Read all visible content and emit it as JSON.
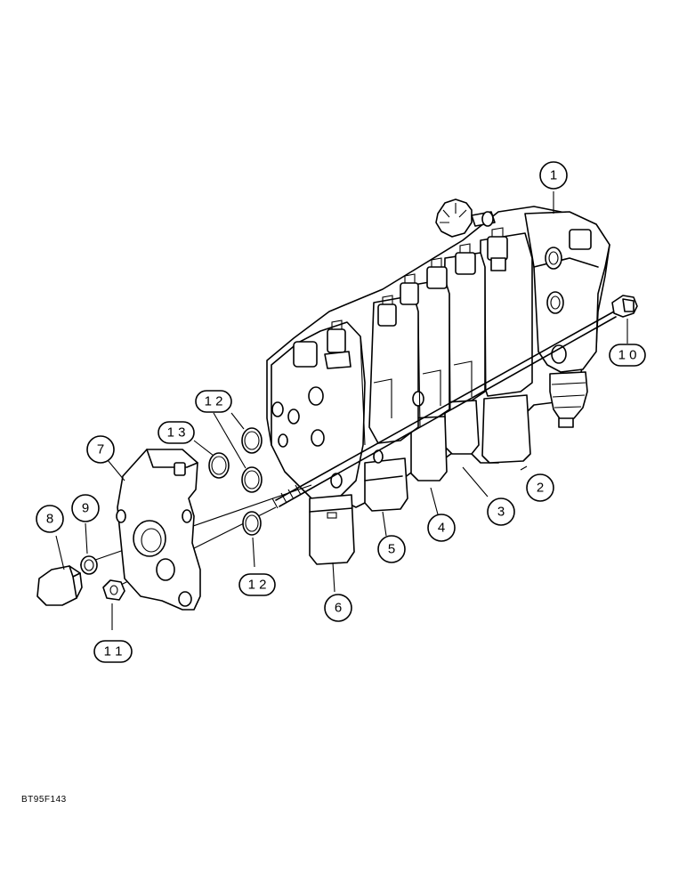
{
  "figure_code": "BT95F143",
  "callouts": [
    {
      "id": "c1",
      "label": "1"
    },
    {
      "id": "c2",
      "label": "2"
    },
    {
      "id": "c3",
      "label": "3"
    },
    {
      "id": "c4",
      "label": "4"
    },
    {
      "id": "c5",
      "label": "5"
    },
    {
      "id": "c6",
      "label": "6"
    },
    {
      "id": "c7",
      "label": "7"
    },
    {
      "id": "c8",
      "label": "8"
    },
    {
      "id": "c9",
      "label": "9"
    },
    {
      "id": "c10",
      "label": "1 0"
    },
    {
      "id": "c11",
      "label": "1 1"
    },
    {
      "id": "c12a",
      "label": "1 2"
    },
    {
      "id": "c12b",
      "label": "1 2"
    },
    {
      "id": "c13",
      "label": "1 3"
    }
  ]
}
